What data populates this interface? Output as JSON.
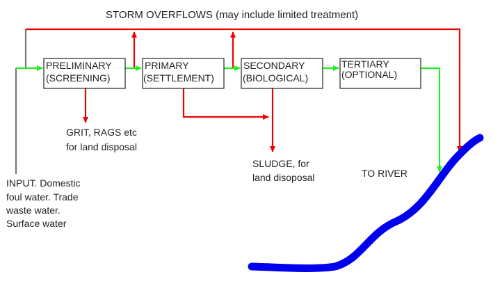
{
  "title": "STORM OVERFLOWS (may include limited treatment)",
  "stages": [
    {
      "line1": "PRELIMINARY",
      "line2": "(SCREENING)"
    },
    {
      "line1": "PRIMARY",
      "line2": "(SETTLEMENT)"
    },
    {
      "line1": "SECONDARY",
      "line2": "(BIOLOGICAL)"
    },
    {
      "line1": "TERTIARY",
      "line2": "(OPTIONAL)"
    }
  ],
  "grit": {
    "line1": "GRIT, RAGS etc",
    "line2": "for land disposal"
  },
  "sludge": {
    "line1": "SLUDGE, for",
    "line2": "land disoposal"
  },
  "river_label": "TO RIVER",
  "input": {
    "lines": [
      "INPUT. Domestic",
      "foul water. Trade",
      "waste water.",
      "Surface water"
    ]
  },
  "colors": {
    "flow": "#22ee22",
    "waste": "#ee0000",
    "river": "#0000ee"
  }
}
